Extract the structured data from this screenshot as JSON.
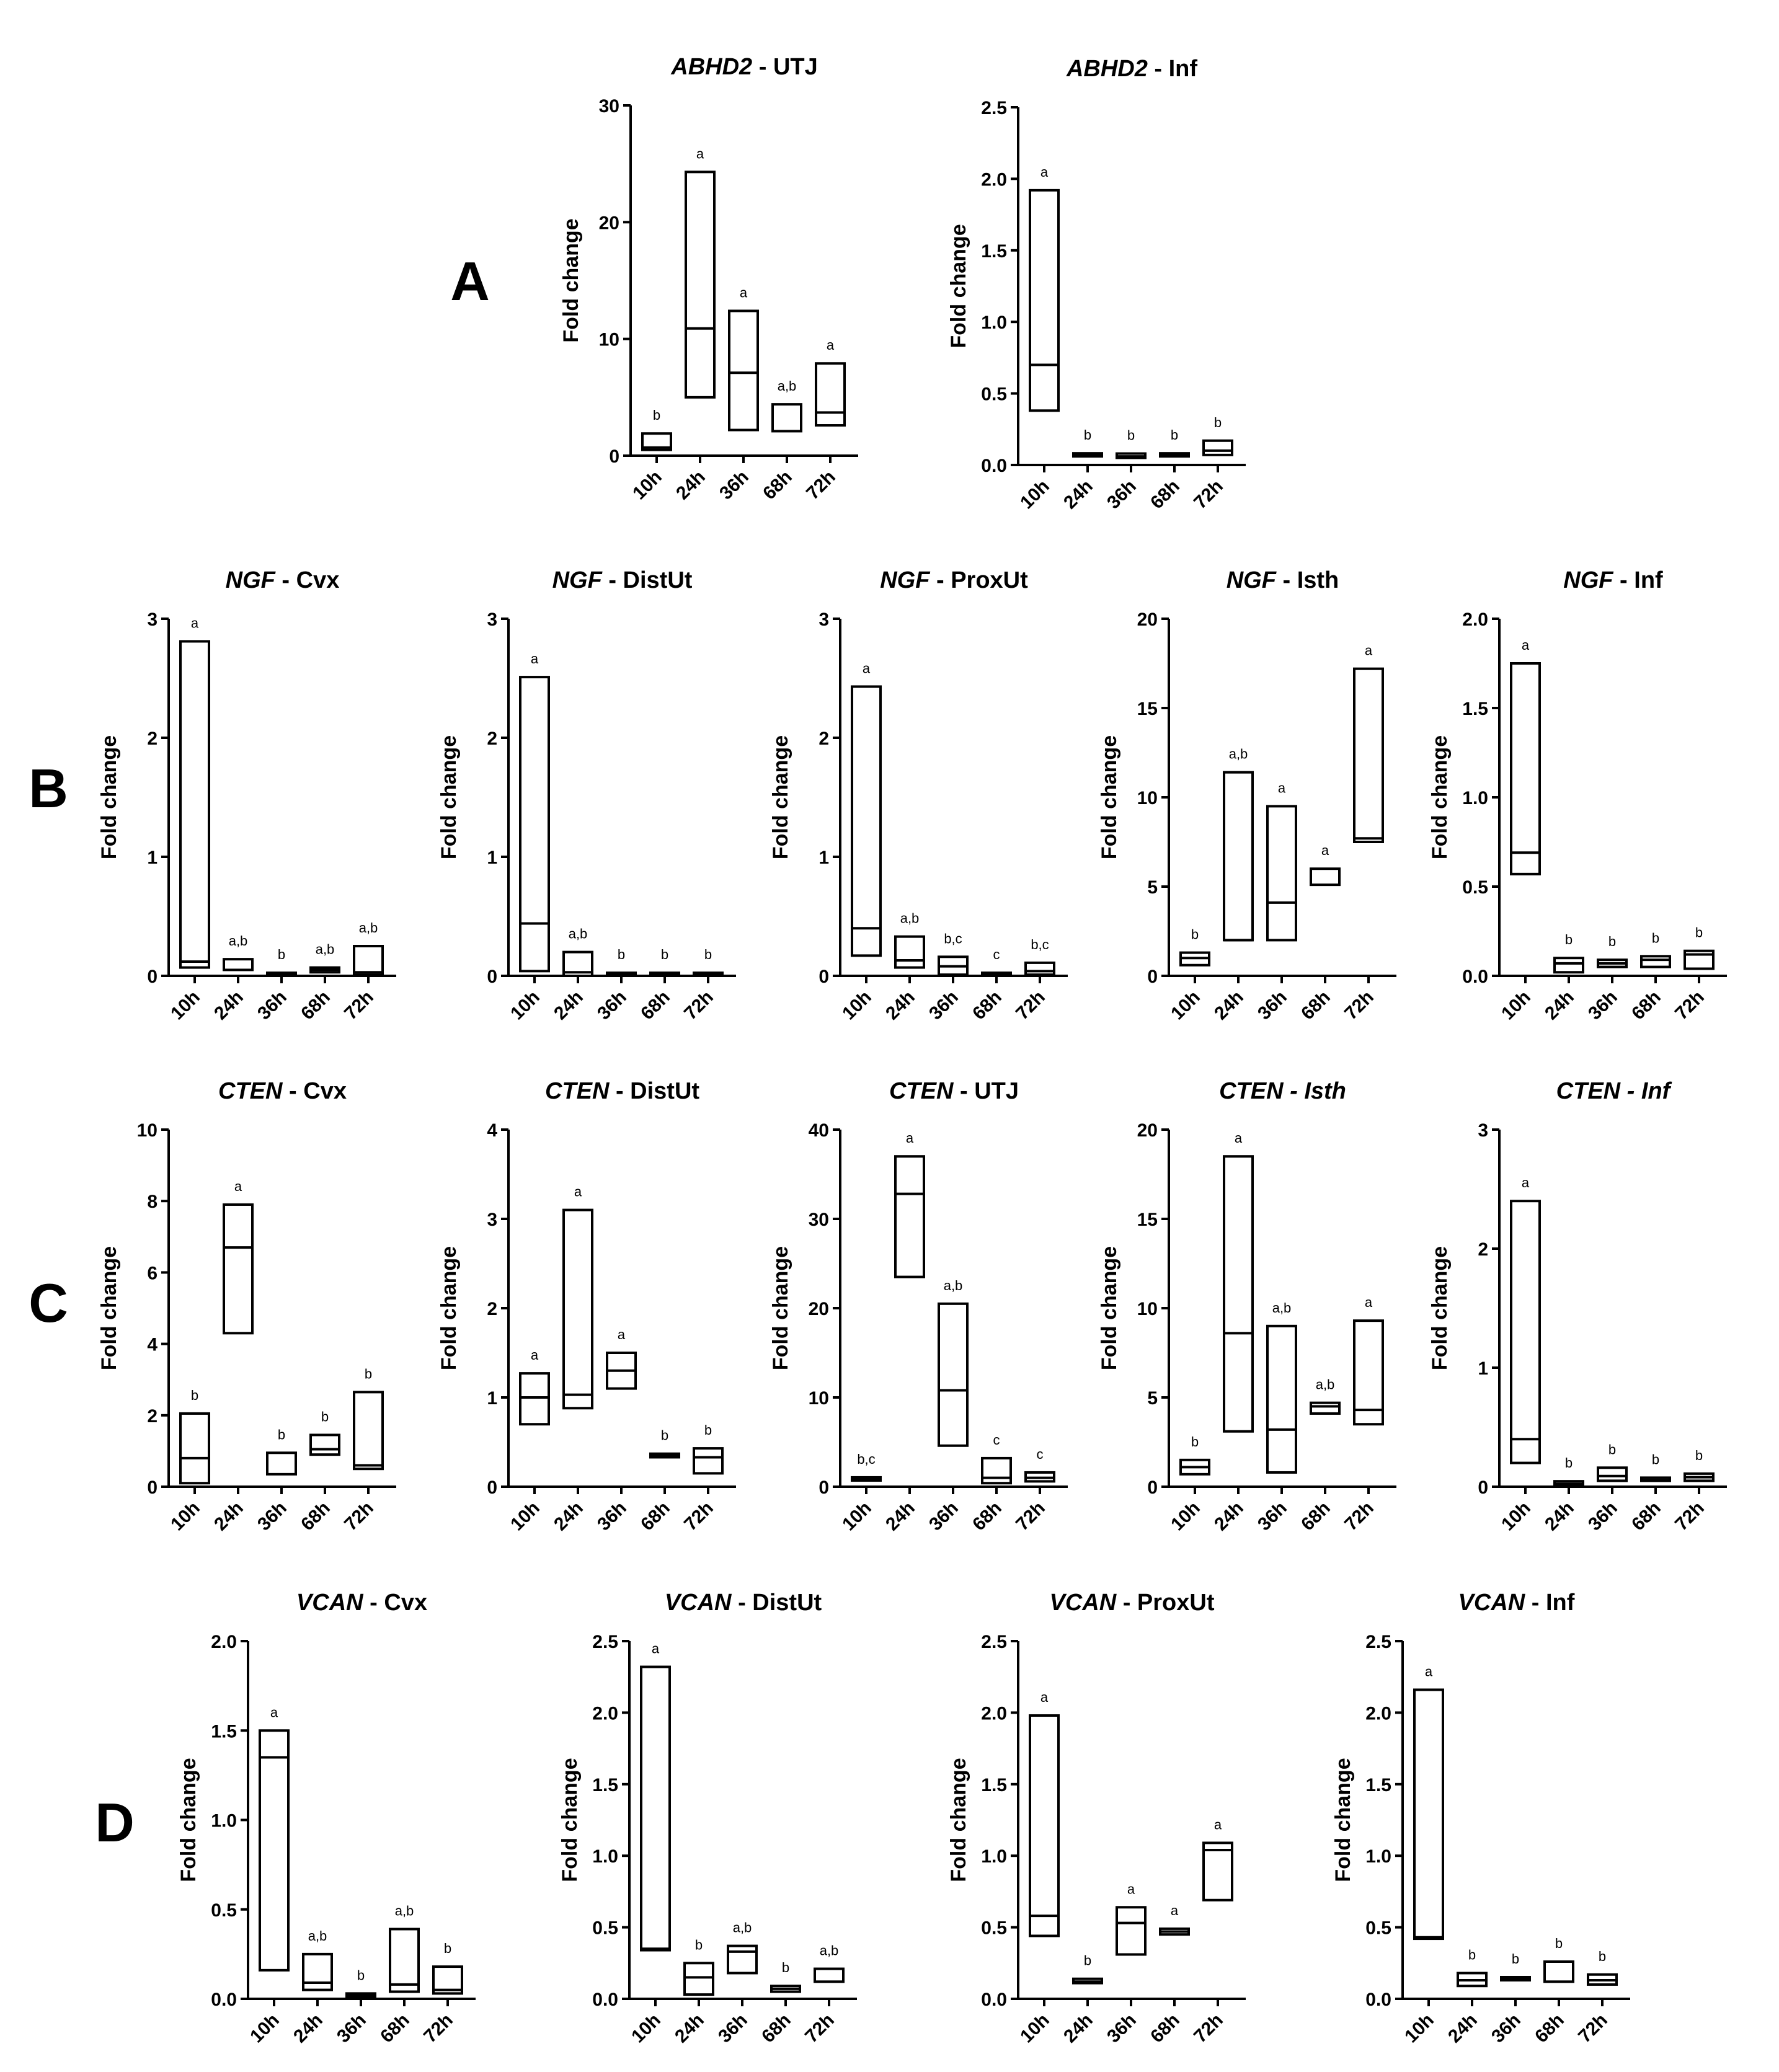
{
  "row_labels": [
    "A",
    "B",
    "C",
    "D"
  ],
  "chart_data": [
    {
      "id": "A1",
      "type": "box",
      "row": "A",
      "title_gene": "ABHD2",
      "title_tissue": " - UTJ",
      "title_tissue_italic": false,
      "ylabel": "Fold change",
      "ylim": [
        0,
        30
      ],
      "yticks": [
        "0",
        "10",
        "20",
        "30"
      ],
      "categories": [
        "10h",
        "24h",
        "36h",
        "68h",
        "72h"
      ],
      "boxes": [
        {
          "low": 0.5,
          "median": 0.7,
          "high": 1.9
        },
        {
          "low": 5,
          "median": 10.9,
          "high": 24.3
        },
        {
          "low": 2.2,
          "median": 7.1,
          "high": 12.4
        },
        {
          "low": 2.1,
          "median": null,
          "high": 4.4
        },
        {
          "low": 2.6,
          "median": 3.7,
          "high": 7.9
        }
      ],
      "sig_letters": [
        "b",
        "a",
        "a",
        "a,b",
        "a"
      ]
    },
    {
      "id": "A2",
      "type": "box",
      "row": "A",
      "title_gene": "ABHD2",
      "title_tissue": " - Inf",
      "title_tissue_italic": false,
      "ylabel": "Fold change",
      "ylim": [
        0,
        2.5
      ],
      "yticks": [
        "0.0",
        "0.5",
        "1.0",
        "1.5",
        "2.0",
        "2.5"
      ],
      "categories": [
        "10h",
        "24h",
        "36h",
        "68h",
        "72h"
      ],
      "boxes": [
        {
          "low": 0.38,
          "median": 0.7,
          "high": 1.92
        },
        {
          "low": 0.06,
          "median": 0.065,
          "high": 0.07
        },
        {
          "low": 0.05,
          "median": 0.06,
          "high": 0.08
        },
        {
          "low": 0.06,
          "median": 0.065,
          "high": 0.07
        },
        {
          "low": 0.07,
          "median": 0.1,
          "high": 0.17
        }
      ],
      "sig_letters": [
        "a",
        "b",
        "b",
        "b",
        "b"
      ]
    },
    {
      "id": "B1",
      "type": "box",
      "row": "B",
      "title_gene": "NGF",
      "title_tissue": " - Cvx",
      "title_tissue_italic": false,
      "ylabel": "Fold change",
      "ylim": [
        0,
        3
      ],
      "yticks": [
        "0",
        "1",
        "2",
        "3"
      ],
      "categories": [
        "10h",
        "24h",
        "36h",
        "68h",
        "72h"
      ],
      "boxes": [
        {
          "low": 0.07,
          "median": 0.12,
          "high": 2.81
        },
        {
          "low": 0.05,
          "median": null,
          "high": 0.14
        },
        {
          "low": 0.0,
          "median": 0.005,
          "high": 0.01
        },
        {
          "low": 0.03,
          "median": 0.05,
          "high": 0.07
        },
        {
          "low": 0.01,
          "median": 0.03,
          "high": 0.25
        }
      ],
      "sig_letters": [
        "a",
        "a,b",
        "b",
        "a,b",
        "a,b"
      ]
    },
    {
      "id": "B2",
      "type": "box",
      "row": "B",
      "title_gene": "NGF",
      "title_tissue": " - DistUt",
      "title_tissue_italic": false,
      "ylabel": "Fold change",
      "ylim": [
        0,
        3
      ],
      "yticks": [
        "0",
        "1",
        "2",
        "3"
      ],
      "categories": [
        "10h",
        "24h",
        "36h",
        "68h",
        "72h"
      ],
      "boxes": [
        {
          "low": 0.04,
          "median": 0.44,
          "high": 2.51
        },
        {
          "low": 0.0,
          "median": 0.03,
          "high": 0.2
        },
        {
          "low": 0.0,
          "median": 0.005,
          "high": 0.01
        },
        {
          "low": 0.0,
          "median": 0.005,
          "high": 0.01
        },
        {
          "low": 0.0,
          "median": 0.005,
          "high": 0.01
        }
      ],
      "sig_letters": [
        "a",
        "a,b",
        "b",
        "b",
        "b"
      ]
    },
    {
      "id": "B3",
      "type": "box",
      "row": "B",
      "title_gene": "NGF",
      "title_tissue": " - ProxUt",
      "title_tissue_italic": false,
      "ylabel": "Fold change",
      "ylim": [
        0,
        3
      ],
      "yticks": [
        "0",
        "1",
        "2",
        "3"
      ],
      "categories": [
        "10h",
        "24h",
        "36h",
        "68h",
        "72h"
      ],
      "boxes": [
        {
          "low": 0.17,
          "median": 0.4,
          "high": 2.43
        },
        {
          "low": 0.07,
          "median": 0.13,
          "high": 0.33
        },
        {
          "low": 0.01,
          "median": 0.08,
          "high": 0.16
        },
        {
          "low": 0.0,
          "median": 0.005,
          "high": 0.01
        },
        {
          "low": 0.01,
          "median": 0.04,
          "high": 0.11
        }
      ],
      "sig_letters": [
        "a",
        "a,b",
        "b,c",
        "c",
        "b,c"
      ]
    },
    {
      "id": "B4",
      "type": "box",
      "row": "B",
      "title_gene": "NGF",
      "title_tissue": " - Isth",
      "title_tissue_italic": false,
      "ylabel": "Fold change",
      "ylim": [
        0,
        20
      ],
      "yticks": [
        "0",
        "5",
        "10",
        "15",
        "20"
      ],
      "categories": [
        "10h",
        "24h",
        "36h",
        "68h",
        "72h"
      ],
      "boxes": [
        {
          "low": 0.6,
          "median": 1.0,
          "high": 1.3
        },
        {
          "low": 2.0,
          "median": 2.0,
          "high": 11.4
        },
        {
          "low": 2.0,
          "median": 4.1,
          "high": 9.5
        },
        {
          "low": 5.1,
          "median": null,
          "high": 6.0
        },
        {
          "low": 7.5,
          "median": 7.7,
          "high": 17.2
        }
      ],
      "sig_letters": [
        "b",
        "a,b",
        "a",
        "a",
        "a"
      ]
    },
    {
      "id": "B5",
      "type": "box",
      "row": "B",
      "title_gene": "NGF",
      "title_tissue": " - Inf",
      "title_tissue_italic": false,
      "ylabel": "Fold change",
      "ylim": [
        0,
        2.0
      ],
      "yticks": [
        "0.0",
        "0.5",
        "1.0",
        "1.5",
        "2.0"
      ],
      "categories": [
        "10h",
        "24h",
        "36h",
        "68h",
        "72h"
      ],
      "boxes": [
        {
          "low": 0.57,
          "median": 0.69,
          "high": 1.75
        },
        {
          "low": 0.02,
          "median": 0.07,
          "high": 0.1
        },
        {
          "low": 0.05,
          "median": 0.07,
          "high": 0.09
        },
        {
          "low": 0.05,
          "median": 0.09,
          "high": 0.11
        },
        {
          "low": 0.04,
          "median": 0.12,
          "high": 0.14
        }
      ],
      "sig_letters": [
        "a",
        "b",
        "b",
        "b",
        "b"
      ]
    },
    {
      "id": "C1",
      "type": "box",
      "row": "C",
      "title_gene": "CTEN",
      "title_tissue": " - Cvx",
      "title_tissue_italic": false,
      "ylabel": "Fold change",
      "ylim": [
        0,
        10
      ],
      "yticks": [
        "0",
        "2",
        "4",
        "6",
        "8",
        "10"
      ],
      "categories": [
        "10h",
        "24h",
        "36h",
        "68h",
        "72h"
      ],
      "boxes": [
        {
          "low": 0.1,
          "median": 0.8,
          "high": 2.05
        },
        {
          "low": 4.3,
          "median": 6.7,
          "high": 7.9
        },
        {
          "low": 0.35,
          "median": null,
          "high": 0.95
        },
        {
          "low": 0.9,
          "median": 1.05,
          "high": 1.45
        },
        {
          "low": 0.5,
          "median": 0.6,
          "high": 2.65
        }
      ],
      "sig_letters": [
        "b",
        "a",
        "b",
        "b",
        "b"
      ]
    },
    {
      "id": "C2",
      "type": "box",
      "row": "C",
      "title_gene": "CTEN",
      "title_tissue": " - DistUt",
      "title_tissue_italic": false,
      "ylabel": "Fold change",
      "ylim": [
        0,
        4
      ],
      "yticks": [
        "0",
        "1",
        "2",
        "3",
        "4"
      ],
      "categories": [
        "10h",
        "24h",
        "36h",
        "68h",
        "72h"
      ],
      "boxes": [
        {
          "low": 0.7,
          "median": 1.0,
          "high": 1.27
        },
        {
          "low": 0.88,
          "median": 1.03,
          "high": 3.1
        },
        {
          "low": 1.1,
          "median": 1.3,
          "high": 1.5
        },
        {
          "low": 0.33,
          "median": 0.35,
          "high": 0.37
        },
        {
          "low": 0.15,
          "median": 0.33,
          "high": 0.43
        }
      ],
      "sig_letters": [
        "a",
        "a",
        "a",
        "b",
        "b"
      ]
    },
    {
      "id": "C3",
      "type": "box",
      "row": "C",
      "title_gene": "CTEN",
      "title_tissue": " - UTJ",
      "title_tissue_italic": false,
      "ylabel": "Fold change",
      "ylim": [
        0,
        40
      ],
      "yticks": [
        "0",
        "10",
        "20",
        "30",
        "40"
      ],
      "categories": [
        "10h",
        "24h",
        "36h",
        "68h",
        "72h"
      ],
      "boxes": [
        {
          "low": 0.7,
          "median": 0.8,
          "high": 0.9
        },
        {
          "low": 23.5,
          "median": 32.8,
          "high": 37.0
        },
        {
          "low": 4.6,
          "median": 10.8,
          "high": 20.5
        },
        {
          "low": 0.4,
          "median": 1.0,
          "high": 3.2
        },
        {
          "low": 0.6,
          "median": 1.0,
          "high": 1.6
        }
      ],
      "sig_letters": [
        "b,c",
        "a",
        "a,b",
        "c",
        "c"
      ]
    },
    {
      "id": "C4",
      "type": "box",
      "row": "C",
      "title_gene": "CTEN",
      "title_tissue": " - Isth",
      "title_tissue_italic": true,
      "ylabel": "Fold change",
      "ylim": [
        0,
        20
      ],
      "yticks": [
        "0",
        "5",
        "10",
        "15",
        "20"
      ],
      "categories": [
        "10h",
        "24h",
        "36h",
        "68h",
        "72h"
      ],
      "boxes": [
        {
          "low": 0.7,
          "median": 1.1,
          "high": 1.5
        },
        {
          "low": 3.1,
          "median": 8.6,
          "high": 18.5
        },
        {
          "low": 0.8,
          "median": 3.2,
          "high": 9.0
        },
        {
          "low": 4.1,
          "median": 4.5,
          "high": 4.7
        },
        {
          "low": 3.5,
          "median": 4.3,
          "high": 9.3
        }
      ],
      "sig_letters": [
        "b",
        "a",
        "a,b",
        "a,b",
        "a"
      ]
    },
    {
      "id": "C5",
      "type": "box",
      "row": "C",
      "title_gene": "CTEN",
      "title_tissue": " - Inf",
      "title_tissue_italic": true,
      "ylabel": "Fold change",
      "ylim": [
        0,
        3
      ],
      "yticks": [
        "0",
        "1",
        "2",
        "3"
      ],
      "categories": [
        "10h",
        "24h",
        "36h",
        "68h",
        "72h"
      ],
      "boxes": [
        {
          "low": 0.2,
          "median": 0.4,
          "high": 2.4
        },
        {
          "low": 0.02,
          "median": 0.025,
          "high": 0.03
        },
        {
          "low": 0.05,
          "median": 0.09,
          "high": 0.16
        },
        {
          "low": 0.05,
          "median": 0.055,
          "high": 0.06
        },
        {
          "low": 0.05,
          "median": 0.08,
          "high": 0.11
        }
      ],
      "sig_letters": [
        "a",
        "b",
        "b",
        "b",
        "b"
      ]
    },
    {
      "id": "D1",
      "type": "box",
      "row": "D",
      "title_gene": "VCAN",
      "title_tissue": " - Cvx",
      "title_tissue_italic": false,
      "ylabel": "Fold change",
      "ylim": [
        0,
        2.0
      ],
      "yticks": [
        "0.0",
        "0.5",
        "1.0",
        "1.5",
        "2.0"
      ],
      "categories": [
        "10h",
        "24h",
        "36h",
        "68h",
        "72h"
      ],
      "boxes": [
        {
          "low": 0.16,
          "median": 1.35,
          "high": 1.5
        },
        {
          "low": 0.05,
          "median": 0.09,
          "high": 0.25
        },
        {
          "low": 0.01,
          "median": 0.02,
          "high": 0.03
        },
        {
          "low": 0.04,
          "median": 0.08,
          "high": 0.39
        },
        {
          "low": 0.03,
          "median": 0.05,
          "high": 0.18
        }
      ],
      "sig_letters": [
        "a",
        "a,b",
        "b",
        "a,b",
        "b"
      ]
    },
    {
      "id": "D2",
      "type": "box",
      "row": "D",
      "title_gene": "VCAN",
      "title_tissue": " - DistUt",
      "title_tissue_italic": false,
      "ylabel": "Fold change",
      "ylim": [
        0,
        2.5
      ],
      "yticks": [
        "0.0",
        "0.5",
        "1.0",
        "1.5",
        "2.0",
        "2.5"
      ],
      "categories": [
        "10h",
        "24h",
        "36h",
        "68h",
        "72h"
      ],
      "boxes": [
        {
          "low": 0.34,
          "median": 0.35,
          "high": 2.32
        },
        {
          "low": 0.03,
          "median": 0.15,
          "high": 0.25
        },
        {
          "low": 0.18,
          "median": 0.33,
          "high": 0.37
        },
        {
          "low": 0.05,
          "median": 0.07,
          "high": 0.09
        },
        {
          "low": 0.12,
          "median": null,
          "high": 0.21
        }
      ],
      "sig_letters": [
        "a",
        "b",
        "a,b",
        "b",
        "a,b"
      ]
    },
    {
      "id": "D3",
      "type": "box",
      "row": "D",
      "title_gene": "VCAN",
      "title_tissue": " - ProxUt",
      "title_tissue_italic": false,
      "ylabel": "Fold change",
      "ylim": [
        0,
        2.5
      ],
      "yticks": [
        "0.0",
        "0.5",
        "1.0",
        "1.5",
        "2.0",
        "2.5"
      ],
      "categories": [
        "10h",
        "24h",
        "36h",
        "68h",
        "72h"
      ],
      "boxes": [
        {
          "low": 0.44,
          "median": 0.58,
          "high": 1.98
        },
        {
          "low": 0.11,
          "median": 0.12,
          "high": 0.14
        },
        {
          "low": 0.31,
          "median": 0.53,
          "high": 0.64
        },
        {
          "low": 0.45,
          "median": 0.47,
          "high": 0.49
        },
        {
          "low": 0.69,
          "median": 1.04,
          "high": 1.09
        }
      ],
      "sig_letters": [
        "a",
        "b",
        "a",
        "a",
        "a"
      ]
    },
    {
      "id": "D4",
      "type": "box",
      "row": "D",
      "title_gene": "VCAN",
      "title_tissue": " - Inf",
      "title_tissue_italic": false,
      "ylabel": "Fold change",
      "ylim": [
        0,
        2.5
      ],
      "yticks": [
        "0.0",
        "0.5",
        "1.0",
        "1.5",
        "2.0",
        "2.5"
      ],
      "categories": [
        "10h",
        "24h",
        "36h",
        "68h",
        "72h"
      ],
      "boxes": [
        {
          "low": 0.42,
          "median": 0.43,
          "high": 2.16
        },
        {
          "low": 0.09,
          "median": 0.13,
          "high": 0.18
        },
        {
          "low": 0.13,
          "median": 0.135,
          "high": 0.14
        },
        {
          "low": 0.12,
          "median": null,
          "high": 0.26
        },
        {
          "low": 0.1,
          "median": 0.13,
          "high": 0.17
        }
      ],
      "sig_letters": [
        "a",
        "b",
        "b",
        "b",
        "b"
      ]
    }
  ]
}
